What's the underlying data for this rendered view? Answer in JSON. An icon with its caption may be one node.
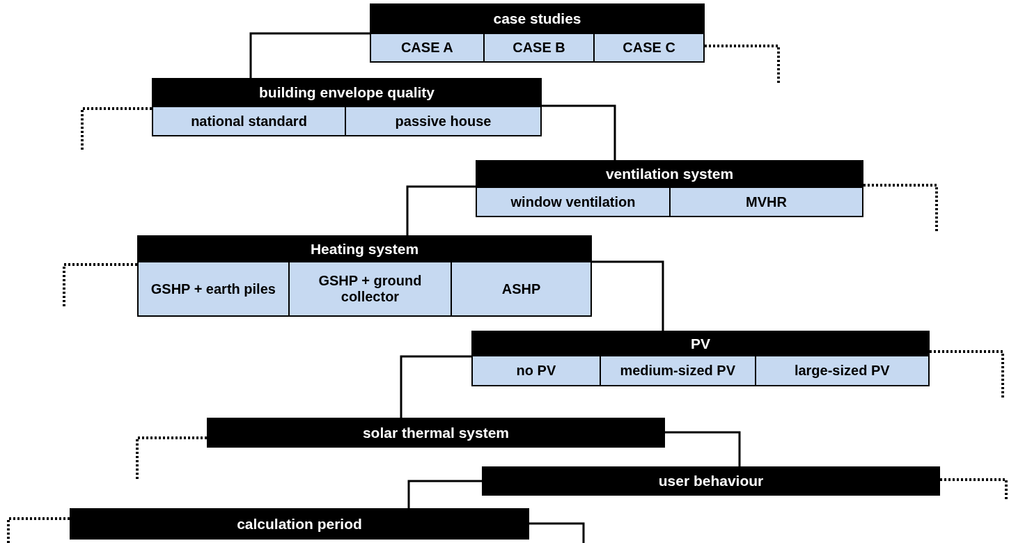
{
  "diagram": {
    "nodes": [
      {
        "text": [
          "case studies"
        ]
      },
      {
        "text": [
          "CASE A"
        ],
        "in": 0
      },
      {
        "text": [
          "CASE B"
        ],
        "in": 0
      },
      {
        "text": [
          "CASE C"
        ],
        "in": 0
      },
      {
        "text": [
          "building envelope quality"
        ]
      },
      {
        "text": [
          "national standard"
        ],
        "in": 4
      },
      {
        "text": [
          "passive house"
        ],
        "in": 4
      },
      {
        "text": [
          "ventilation system"
        ]
      },
      {
        "text": [
          "window ventilation"
        ],
        "in": 7
      },
      {
        "text": [
          "MVHR"
        ],
        "in": 7
      },
      {
        "text": [
          "Heating system"
        ]
      },
      {
        "text": [
          "GSHP + earth piles"
        ],
        "in": 10
      },
      {
        "text": [
          "GSHP + ground collector"
        ],
        "in": 10
      },
      {
        "text": [
          "ASHP"
        ],
        "in": 10
      },
      {
        "text": [
          "PV"
        ]
      },
      {
        "text": [
          "no PV"
        ],
        "in": 14
      },
      {
        "text": [
          "medium-sized PV"
        ],
        "in": 14
      },
      {
        "text": [
          "large-sized PV"
        ],
        "in": 14
      },
      {
        "text": [
          "solar thermal system"
        ]
      },
      {
        "text": [
          "user behaviour"
        ]
      },
      {
        "text": [
          "calculation period"
        ]
      }
    ],
    "edges": [
      {
        "from": 0,
        "to": 4,
        "arrow": "none"
      },
      {
        "from": 4,
        "to": 7,
        "arrow": "none"
      },
      {
        "from": 7,
        "to": 10,
        "arrow": "none"
      },
      {
        "from": 10,
        "to": 14,
        "arrow": "none"
      },
      {
        "from": 14,
        "to": 18,
        "arrow": "none"
      },
      {
        "from": 18,
        "to": 19,
        "arrow": "none"
      },
      {
        "from": 19,
        "to": 20,
        "arrow": "none"
      },
      {
        "from": 20,
        "to": null,
        "arrow": "none"
      },
      {
        "from": 0,
        "to": null,
        "arrow": "none",
        "style": "dashed"
      },
      {
        "from": 4,
        "to": null,
        "arrow": "none",
        "style": "dashed"
      },
      {
        "from": 7,
        "to": null,
        "arrow": "none",
        "style": "dashed"
      },
      {
        "from": 10,
        "to": null,
        "arrow": "none",
        "style": "dashed"
      },
      {
        "from": 14,
        "to": null,
        "arrow": "none",
        "style": "dashed"
      },
      {
        "from": 18,
        "to": null,
        "arrow": "none",
        "style": "dashed"
      },
      {
        "from": 19,
        "to": null,
        "arrow": "none",
        "style": "dashed"
      },
      {
        "from": 20,
        "to": null,
        "arrow": "none",
        "style": "dashed"
      }
    ]
  }
}
